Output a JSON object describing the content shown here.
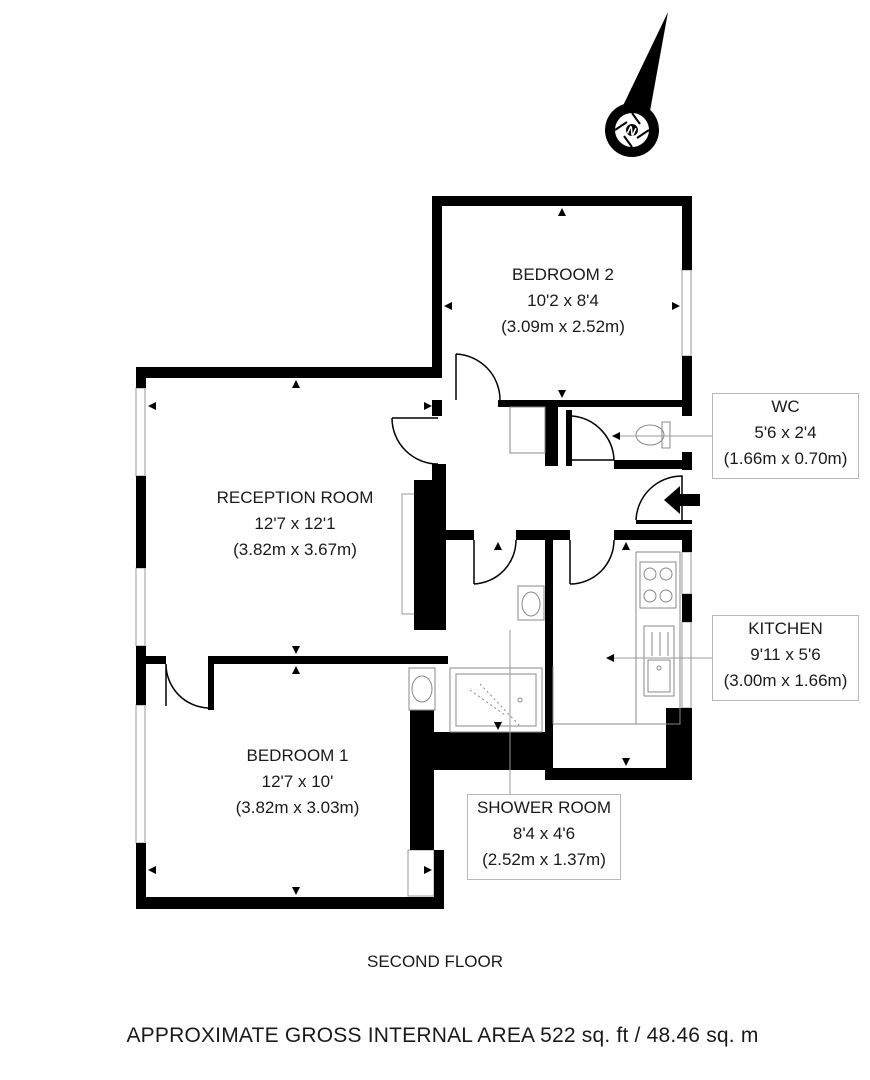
{
  "rooms": {
    "bedroom2": {
      "name": "BEDROOM 2",
      "imperial": "10'2 x 8'4",
      "metric": "(3.09m x 2.52m)"
    },
    "wc": {
      "name": "WC",
      "imperial": "5'6 x 2'4",
      "metric": "(1.66m x 0.70m)"
    },
    "reception": {
      "name": "RECEPTION ROOM",
      "imperial": "12'7 x 12'1",
      "metric": "(3.82m x 3.67m)"
    },
    "kitchen": {
      "name": "KITCHEN",
      "imperial": "9'11 x 5'6",
      "metric": "(3.00m x 1.66m)"
    },
    "bedroom1": {
      "name": "BEDROOM 1",
      "imperial": "12'7 x 10'",
      "metric": "(3.82m x 3.03m)"
    },
    "shower": {
      "name": "SHOWER ROOM",
      "imperial": "8'4 x 4'6",
      "metric": "(2.52m x 1.37m)"
    }
  },
  "floor_label": "SECOND FLOOR",
  "area_label": "APPROXIMATE GROSS INTERNAL AREA 522 sq. ft / 48.46 sq. m",
  "compass": {
    "letter": "N"
  },
  "colors": {
    "wall": "#000000",
    "fixture": "#9a9a9a",
    "label_border": "#b8b8b8"
  }
}
